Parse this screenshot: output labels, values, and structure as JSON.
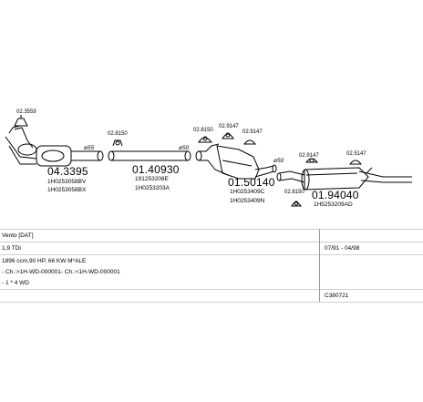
{
  "parts": {
    "p1_code": "04.3395",
    "p1_ref1": "1H0253058BV",
    "p1_ref2": "1H0253058BX",
    "p2_code": "01.40930",
    "p2_ref1": "191253208E",
    "p2_ref2": "1H0253203A",
    "p3_code": "01.50140",
    "p3_ref1": "1H0253409C",
    "p3_ref2": "1H0253409N",
    "p4_code": "01.94040",
    "p4_ref1": "1H5253209AD"
  },
  "accessories": {
    "a1": "02.3559",
    "a2": "02.8150",
    "a3": "02.8150",
    "a4": "02.9147",
    "a5": "02.9147",
    "a6": "02.9147",
    "a7": "02.8150",
    "a8": "02.5147"
  },
  "diameters": {
    "d1": "ø55",
    "d2": "ø50",
    "d3": "ø50"
  },
  "info": {
    "model": "Vento [DAT]",
    "engine": "1,9 TDi",
    "date_range": "07/91 - 04/98",
    "power": "1896 ccm,90 HP, 66 KW  M*ALE",
    "chassis": "- Ch.:>1H-WD-000001- Ch.:<1H-WD-000001",
    "drive": "- 1 * 4 WD",
    "code": "C380721"
  }
}
